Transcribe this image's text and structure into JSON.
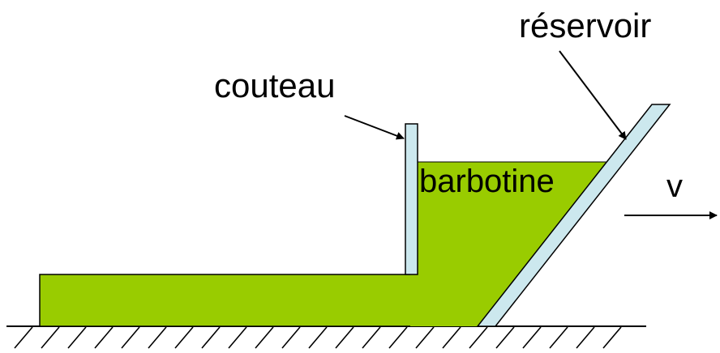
{
  "labels": {
    "knife": "couteau",
    "reservoir": "réservoir",
    "slurry": "barbotine",
    "velocity": "v"
  },
  "colors": {
    "slurry_fill": "#99CC00",
    "blade_fill": "#CCE8EE",
    "outline": "#000000",
    "background": "#FFFFFF"
  }
}
